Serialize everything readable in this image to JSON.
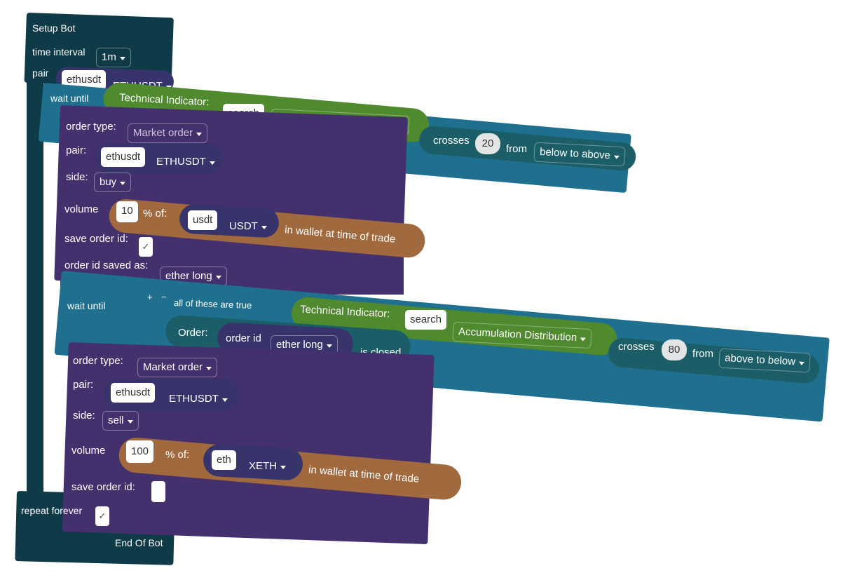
{
  "setup": {
    "title": "Setup Bot",
    "time_interval_label": "time interval",
    "time_interval": "1m",
    "pair_label": "pair",
    "pair_input": "ethusdt",
    "pair_select": "ETHUSDT"
  },
  "wait1": {
    "label": "wait until",
    "indicator_label": "Technical Indicator:",
    "search_input": "search",
    "indicator": "Accumulation Distribution",
    "crosses_label": "crosses",
    "value": "20",
    "from_label": "from",
    "direction": "below to above"
  },
  "order1": {
    "order_type_label": "order type:",
    "order_type": "Market order",
    "pair_label": "pair:",
    "pair_input": "ethusdt",
    "pair_select": "ETHUSDT",
    "side_label": "side:",
    "side": "buy",
    "volume_label": "volume",
    "volume_value": "10",
    "pct_of": "% of:",
    "asset_input": "usdt",
    "asset_select": "USDT",
    "wallet_text": "in wallet at time of trade",
    "save_order_id_label": "save order id:",
    "save_order_id_checked": "✓",
    "saved_as_label": "order id saved as:",
    "saved_as": "ether long"
  },
  "wait2": {
    "label": "wait until",
    "plus": "+",
    "minus": "−",
    "all_true": "all of these are true",
    "indicator_label": "Technical Indicator:",
    "search_input": "search",
    "indicator": "Accumulation Distribution",
    "crosses_label": "crosses",
    "value": "80",
    "from_label": "from",
    "direction": "above to below",
    "order_label": "Order:",
    "order_id_label": "order id",
    "order_id": "ether long",
    "is_closed": "is closed"
  },
  "order2": {
    "order_type_label": "order type:",
    "order_type": "Market order",
    "pair_label": "pair:",
    "pair_input": "ethusdt",
    "pair_select": "ETHUSDT",
    "side_label": "side:",
    "side": "sell",
    "volume_label": "volume",
    "volume_value": "100",
    "pct_of": "% of:",
    "asset_input": "eth",
    "asset_select": "XETH",
    "wallet_text": "in wallet at time of trade",
    "save_order_id_label": "save order id:"
  },
  "footer": {
    "repeat_label": "repeat forever",
    "repeat_checked": "✓",
    "end_label": "End Of Bot"
  },
  "colors": {
    "dark_teal": "#0f3a48",
    "teal": "#1f6f8f",
    "purple": "#45306e",
    "green": "#4f8a2e",
    "green_teal": "#1c5e68",
    "orange": "#a16a3e",
    "navy_pill": "#37346b"
  }
}
